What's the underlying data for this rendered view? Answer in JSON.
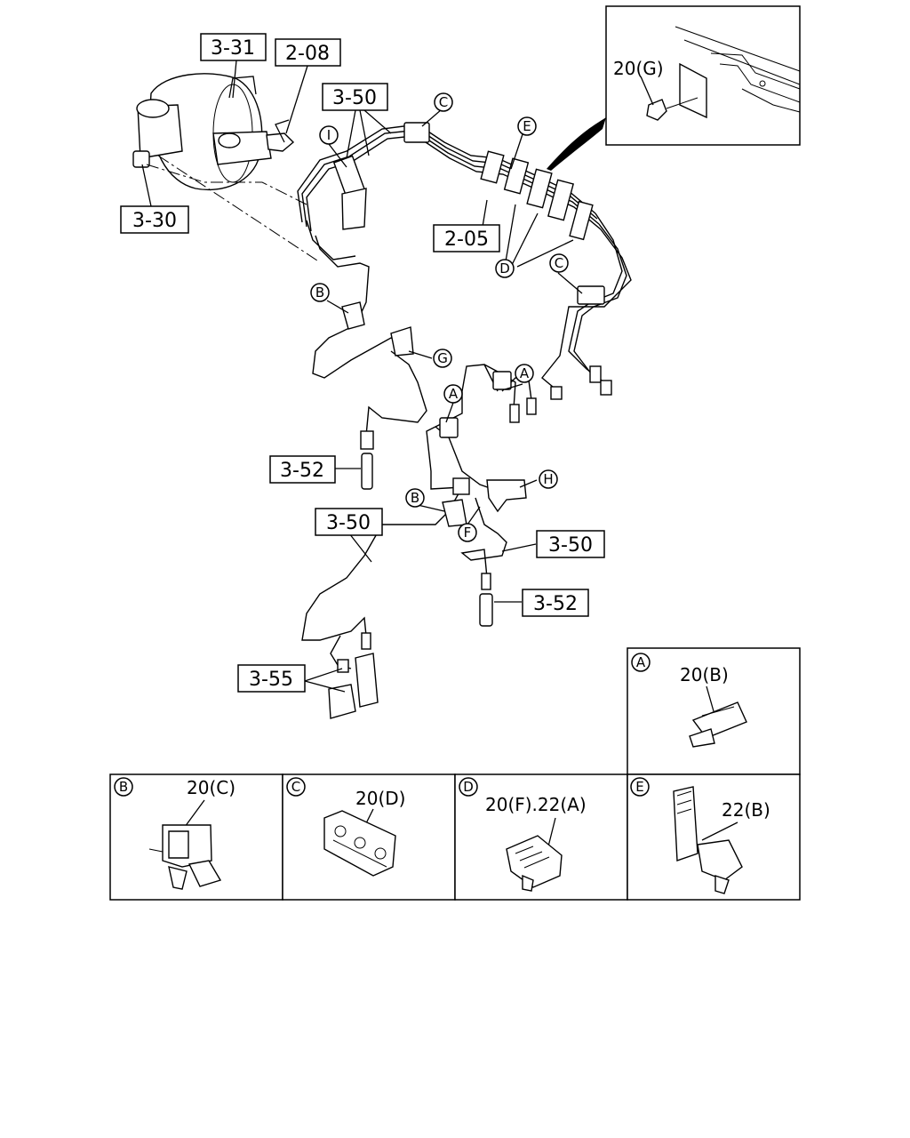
{
  "callouts": {
    "c331": "3-31",
    "c208": "2-08",
    "c350_top": "3-50",
    "c330": "3-30",
    "c205": "2-05",
    "c352_left": "3-52",
    "c350_mid": "3-50",
    "c350_right": "3-50",
    "c352_right": "3-52",
    "c355": "3-55"
  },
  "markers": {
    "I": "I",
    "C1": "C",
    "E": "E",
    "C2": "C",
    "D": "D",
    "B1": "B",
    "G": "G",
    "A1": "A",
    "A2": "A",
    "B2": "B",
    "H": "H",
    "F": "F"
  },
  "inset": {
    "part": "20(G)"
  },
  "panels": [
    {
      "letter": "A",
      "part": "20(B)"
    },
    {
      "letter": "B",
      "part": "20(C)"
    },
    {
      "letter": "C",
      "part": "20(D)"
    },
    {
      "letter": "D",
      "part": "20(F).22(A)"
    },
    {
      "letter": "E",
      "part": "22(B)"
    }
  ]
}
